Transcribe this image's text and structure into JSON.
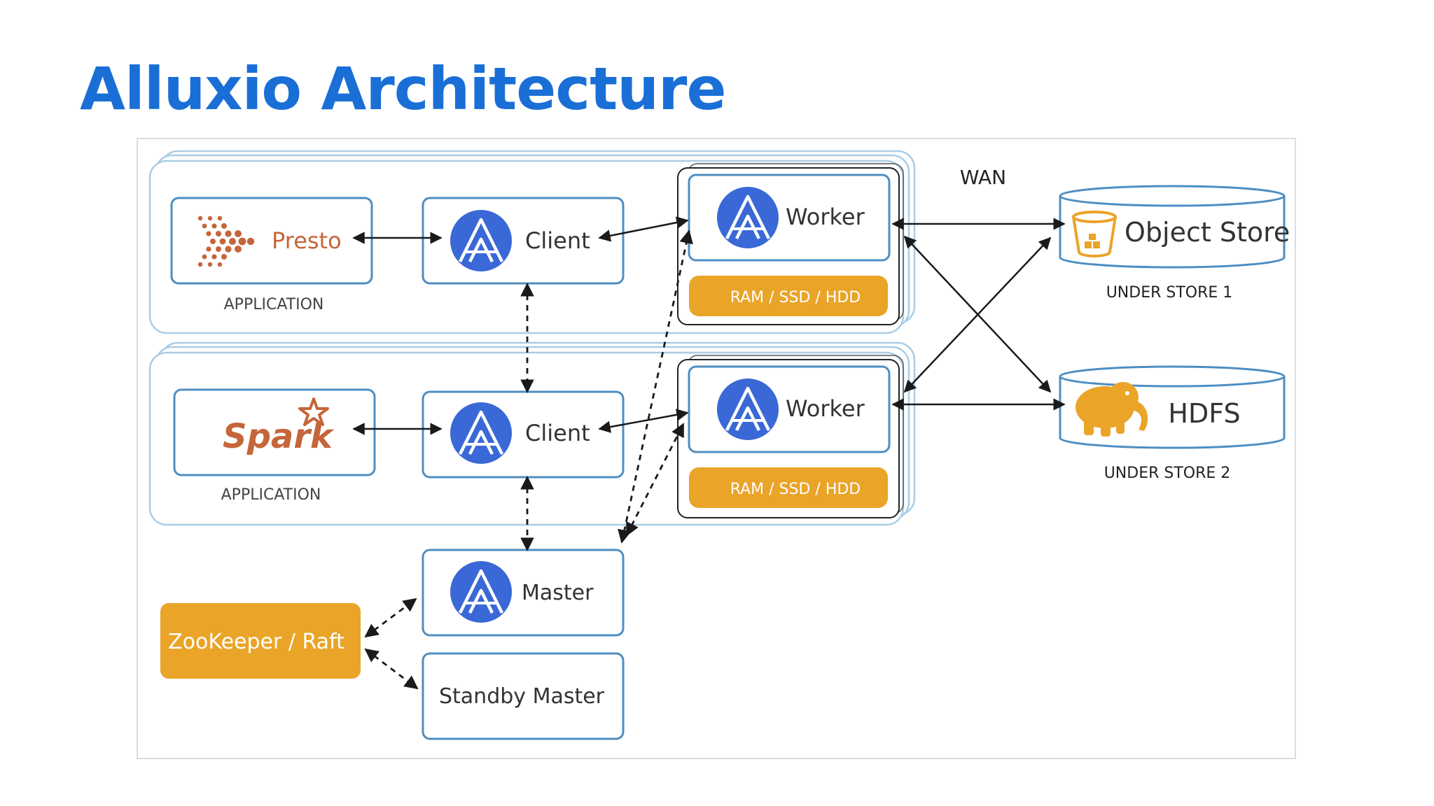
{
  "title": "Alluxio Architecture",
  "colors": {
    "title": "#1a6fd6",
    "box_border": "#4d8ec2",
    "group_border": "#a9cde6",
    "accent": "#eaa428",
    "logo": "#3a68d6",
    "app_text": "#c5653a"
  },
  "icons": [
    "presto-logo-icon",
    "spark-logo-icon",
    "alluxio-logo-icon",
    "bucket-icon",
    "hadoop-elephant-icon"
  ],
  "application_label": "APPLICATION",
  "presto": "Presto",
  "spark": "Spark",
  "client": "Client",
  "worker": "Worker",
  "storage_tier": "RAM / SSD / HDD",
  "master": "Master",
  "standby_master": "Standby Master",
  "zookeeper": "ZooKeeper / Raft",
  "wan": "WAN",
  "object_store": "Object Store",
  "hdfs": "HDFS",
  "under_store_1": "UNDER STORE 1",
  "under_store_2": "UNDER STORE 2"
}
